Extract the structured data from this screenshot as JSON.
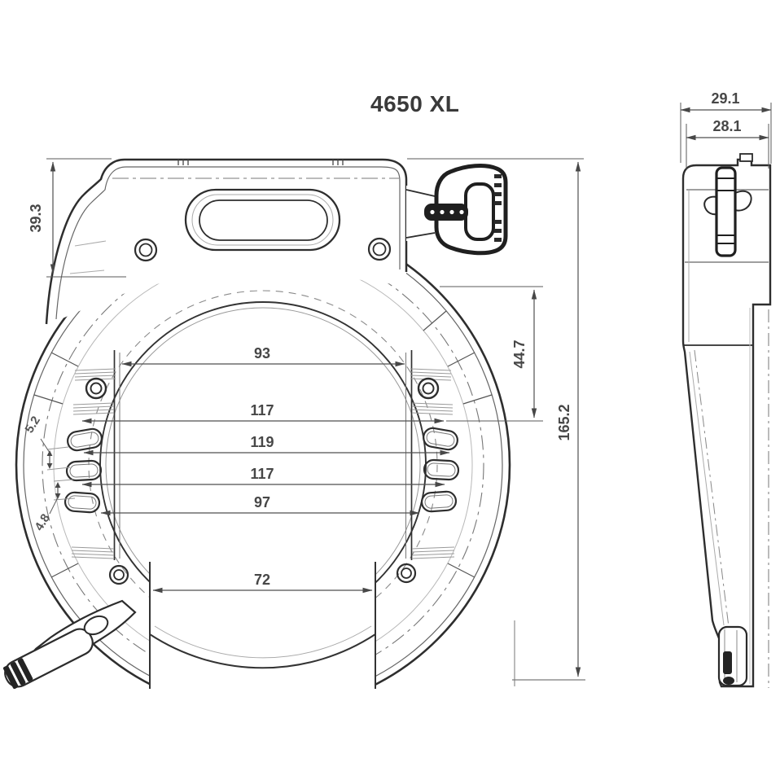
{
  "title": "4650 XL",
  "colors": {
    "background": "#ffffff",
    "outline": "#2e2e2e",
    "dimension": "#474747",
    "hatch": "#9a9a9a"
  },
  "views": {
    "front": "front view of ring frame lock",
    "side": "side profile view"
  },
  "dimensions": {
    "bracket_height": "39.3",
    "opening_top_width": "93",
    "upper_width": "117",
    "max_width": "119",
    "lower_width": "117",
    "opening_bottom_width": "97",
    "leg_gap": "72",
    "slot_gap_upper": "5.2",
    "slot_gap_lower": "4.8",
    "key_drop": "44.7",
    "overall_height": "165.2",
    "side_overall_width": "29.1",
    "side_body_width": "28.1"
  }
}
